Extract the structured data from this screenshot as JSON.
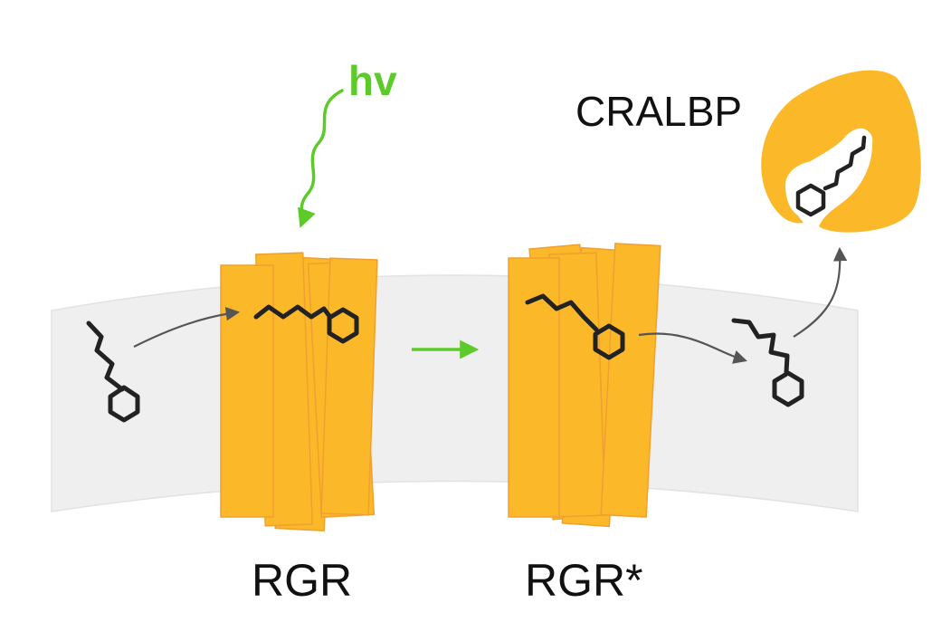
{
  "labels": {
    "light": "hv",
    "receptor": "RGR",
    "receptor_active": "RGR*",
    "binding_protein": "CRALBP"
  },
  "colors": {
    "protein": "#FBB829",
    "protein_edge": "#F0A030",
    "membrane": "#EFEFEF",
    "membrane_edge": "#E2E2E2",
    "light": "#5CCB29",
    "molecule": "#222222",
    "arrow": "#555555",
    "text": "#111111"
  }
}
